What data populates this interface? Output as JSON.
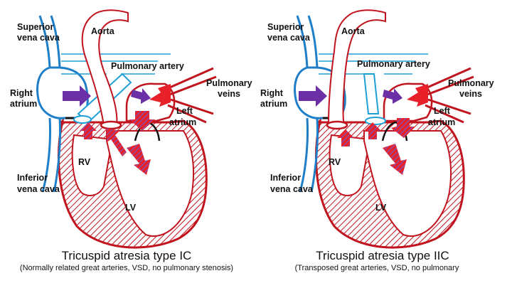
{
  "colors": {
    "red": "#c0141e",
    "blue": "#1e7fc8",
    "purple": "#6b2fa6",
    "arrow_red": "#e8202a",
    "hatch_red": "#c0141e"
  },
  "panels": [
    {
      "labels": {
        "svc": [
          "Superior",
          "vena cava"
        ],
        "aorta": "Aorta",
        "pa": "Pulmonary artery",
        "pv": [
          "Pulmonary",
          "veins"
        ],
        "ra": [
          "Right",
          "atrium"
        ],
        "la": [
          "Left",
          "atrium"
        ],
        "ivc": [
          "Inferior",
          "vena cava"
        ],
        "rv": "RV",
        "lv": "LV"
      },
      "caption": "Tricuspid atresia type IC",
      "subcaption": "(Normally related great arteries, VSD, no pulmonary stenosis)"
    },
    {
      "labels": {
        "svc": [
          "Superior",
          "vena cava"
        ],
        "aorta": "Aorta",
        "pa": "Pulmonary artery",
        "pv": [
          "Pulmonary",
          "veins"
        ],
        "ra": [
          "Right",
          "atrium"
        ],
        "la": [
          "Left",
          "atrium"
        ],
        "ivc": [
          "Inferior",
          "vena cava"
        ],
        "rv": "RV",
        "lv": "LV"
      },
      "caption": "Tricuspid atresia type IIC",
      "subcaption": "(Transposed great arteries, VSD, no pulmonary"
    }
  ]
}
